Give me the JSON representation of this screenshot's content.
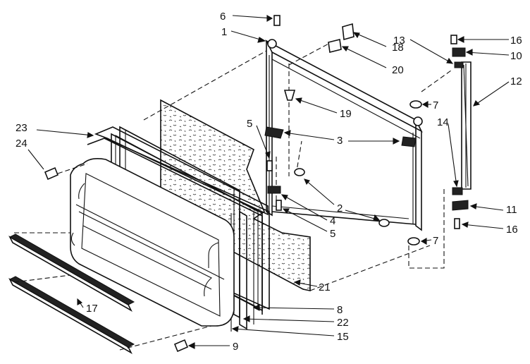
{
  "part_labels": {
    "p1": "1",
    "p2": "2",
    "p3": "3",
    "p4": "4",
    "p5a": "5",
    "p5b": "5",
    "p6": "6",
    "p7a": "7",
    "p7b": "7",
    "p8": "8",
    "p9": "9",
    "p10": "10",
    "p11": "11",
    "p12": "12",
    "p13": "13",
    "p14": "14",
    "p15": "15",
    "p16a": "16",
    "p16b": "16",
    "p17": "17",
    "p18": "18",
    "p19": "19",
    "p20": "20",
    "p21": "21",
    "p22": "22",
    "p23": "23",
    "p24": "24"
  }
}
